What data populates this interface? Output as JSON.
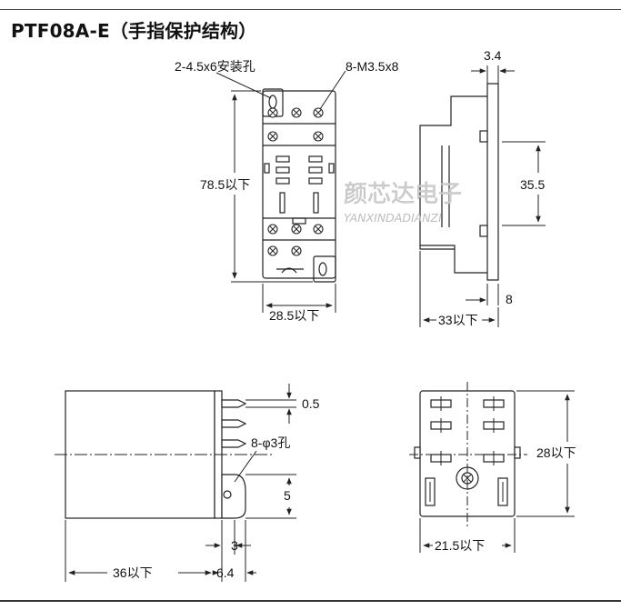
{
  "title": "PTF08A-E（手指保护结构）",
  "watermark": {
    "cn": "颜芯达电子",
    "en": "YANXINDADIANZI"
  },
  "top_left_view": {
    "mount_hole_label": "2-4.5x6安装孔",
    "screw_label": "8-M3.5x8",
    "height_label": "78.5以下",
    "width_label": "28.5以下"
  },
  "top_right_view": {
    "rail_thickness_label": "3.4",
    "rail_height_label": "35.5",
    "foot_label": "8",
    "depth_label": "33以下"
  },
  "bottom_left_view": {
    "pin_label": "0.5",
    "hole_label": "8-φ3孔",
    "hole_spacing_label": "5",
    "hole_offset_label": "3",
    "body_label": "36以下",
    "flange_label": "6.4"
  },
  "bottom_right_view": {
    "height_label": "28以下",
    "width_label": "21.5以下"
  },
  "colors": {
    "line": "#222222",
    "watermark": "#cfcfcf"
  }
}
